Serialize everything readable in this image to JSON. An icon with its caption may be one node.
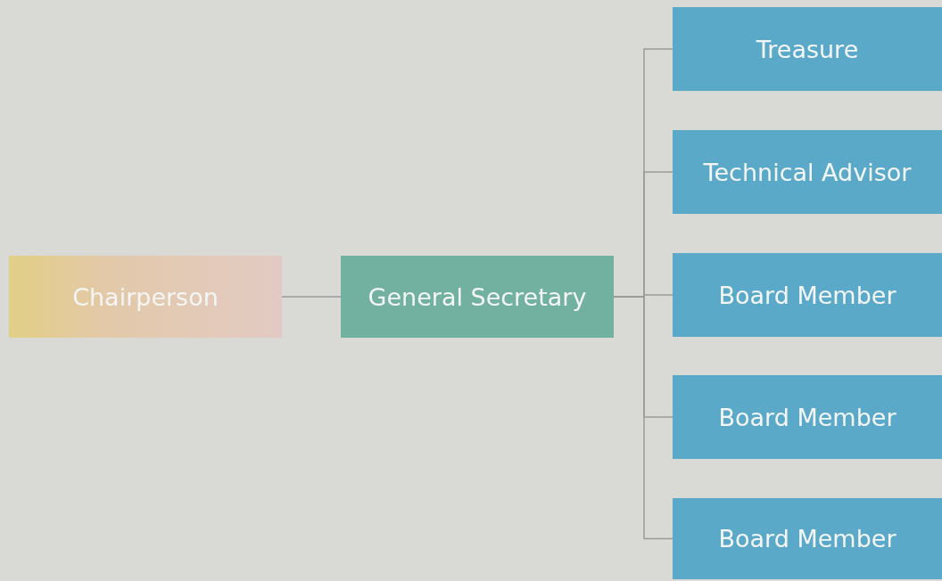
{
  "diagram": {
    "nodes": [
      {
        "text": [
          "Chairperson"
        ]
      },
      {
        "text": [
          "General Secretary"
        ]
      },
      {
        "text": [
          "Treasure"
        ]
      },
      {
        "text": [
          "Technical Advisor"
        ]
      },
      {
        "text": [
          "Board Member"
        ]
      },
      {
        "text": [
          "Board Member"
        ]
      },
      {
        "text": [
          "Board Member"
        ]
      }
    ],
    "edges": [
      {
        "from": 0,
        "to": 1,
        "arrow": "none"
      },
      {
        "from": 1,
        "to": 2,
        "arrow": "none"
      },
      {
        "from": 1,
        "to": 3,
        "arrow": "none"
      },
      {
        "from": 1,
        "to": 4,
        "arrow": "none"
      },
      {
        "from": 1,
        "to": 5,
        "arrow": "none"
      },
      {
        "from": 1,
        "to": 6,
        "arrow": "none"
      }
    ]
  }
}
